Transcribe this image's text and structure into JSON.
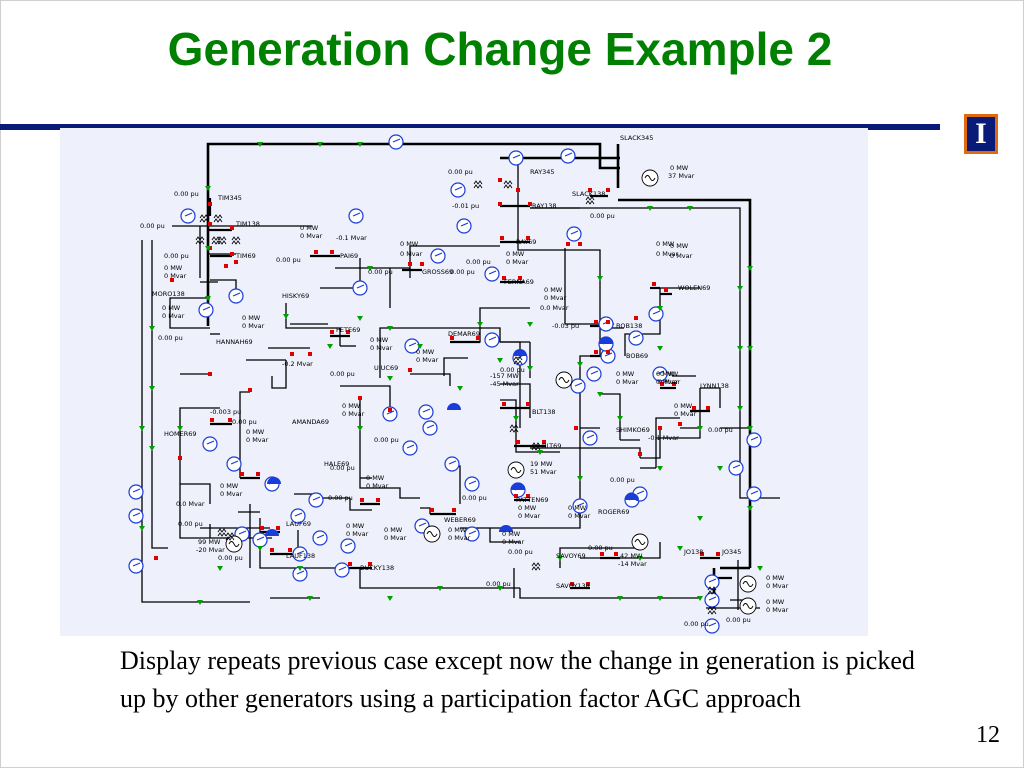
{
  "slide": {
    "title": "Generation Change Example 2",
    "caption": "Display repeats previous case except now the change in generation is picked up by other generators using a participation factor AGC approach",
    "page_number": "12",
    "logo_glyph": "I",
    "colors": {
      "title": "#008000",
      "rule": "#0a1a78",
      "logo_border": "#e06a10",
      "breaker": "#e00000",
      "circle": "#1a3cd8",
      "flow_arrow": "#00a000",
      "diagram_bg": "#eef0fb"
    }
  },
  "diagram": {
    "labels": [
      "SLACK345",
      "0 MW",
      "37 Mvar",
      "0.00 pu",
      "RAY345",
      "SLACK138",
      "RAY138",
      "0.00 pu",
      "TIM345",
      "-0.01 pu",
      "TIM138",
      "0 MW",
      "0 Mvar",
      "-0.1 Mvar",
      "PAI69",
      "RAY69",
      "TIM69",
      "GROSS69",
      "FERNA69",
      "MORO138",
      "HISKY69",
      "WOLEN69",
      "0.0 Mvar",
      "-0.03 pu",
      "BOB138",
      "PETE69",
      "DEMAR69",
      "HANNAH69",
      "BOB69",
      "-0.2 Mvar",
      "UIUC69",
      "-157 MW",
      "-45 Mvar",
      "LYNN138",
      "BLT138",
      "AMANDA69",
      "SHIMKO69",
      "HOMER69",
      "BLT69",
      "-0.003 pu",
      "HALE69",
      "19 MW",
      "51 Mvar",
      "PATTEN69",
      "ROGER69",
      "LAUF69",
      "WEBER69",
      "99 MW",
      "-20 Mvar",
      "LAUF138",
      "SAVOY69",
      "42 MW",
      "-14 Mvar",
      "JO138",
      "JO345",
      "BUCKY138",
      "SAVOY138",
      "0.0 Mvar",
      "-0.1 Mvar",
      "0 MW",
      "0 Mvar"
    ]
  }
}
